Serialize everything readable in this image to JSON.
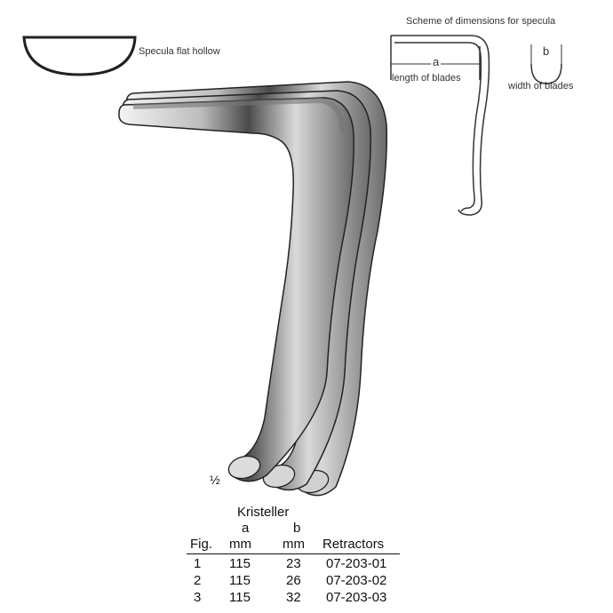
{
  "labels": {
    "specula_flat_hollow": "Specula flat hollow",
    "scheme_title": "Scheme of dimensions for specula",
    "dim_a": "a",
    "dim_b": "b",
    "length_of_blades": "length of blades",
    "width_of_blades": "width of blades",
    "scale": "½"
  },
  "table": {
    "title": "Kristeller",
    "header_sub": [
      "",
      "a",
      "b",
      ""
    ],
    "header_main": [
      "Fig.",
      "mm",
      "mm",
      "Retractors"
    ],
    "rows": [
      [
        "1",
        "115",
        "23",
        "07-203-01"
      ],
      [
        "2",
        "115",
        "26",
        "07-203-02"
      ],
      [
        "3",
        "115",
        "32",
        "07-203-03"
      ]
    ]
  }
}
